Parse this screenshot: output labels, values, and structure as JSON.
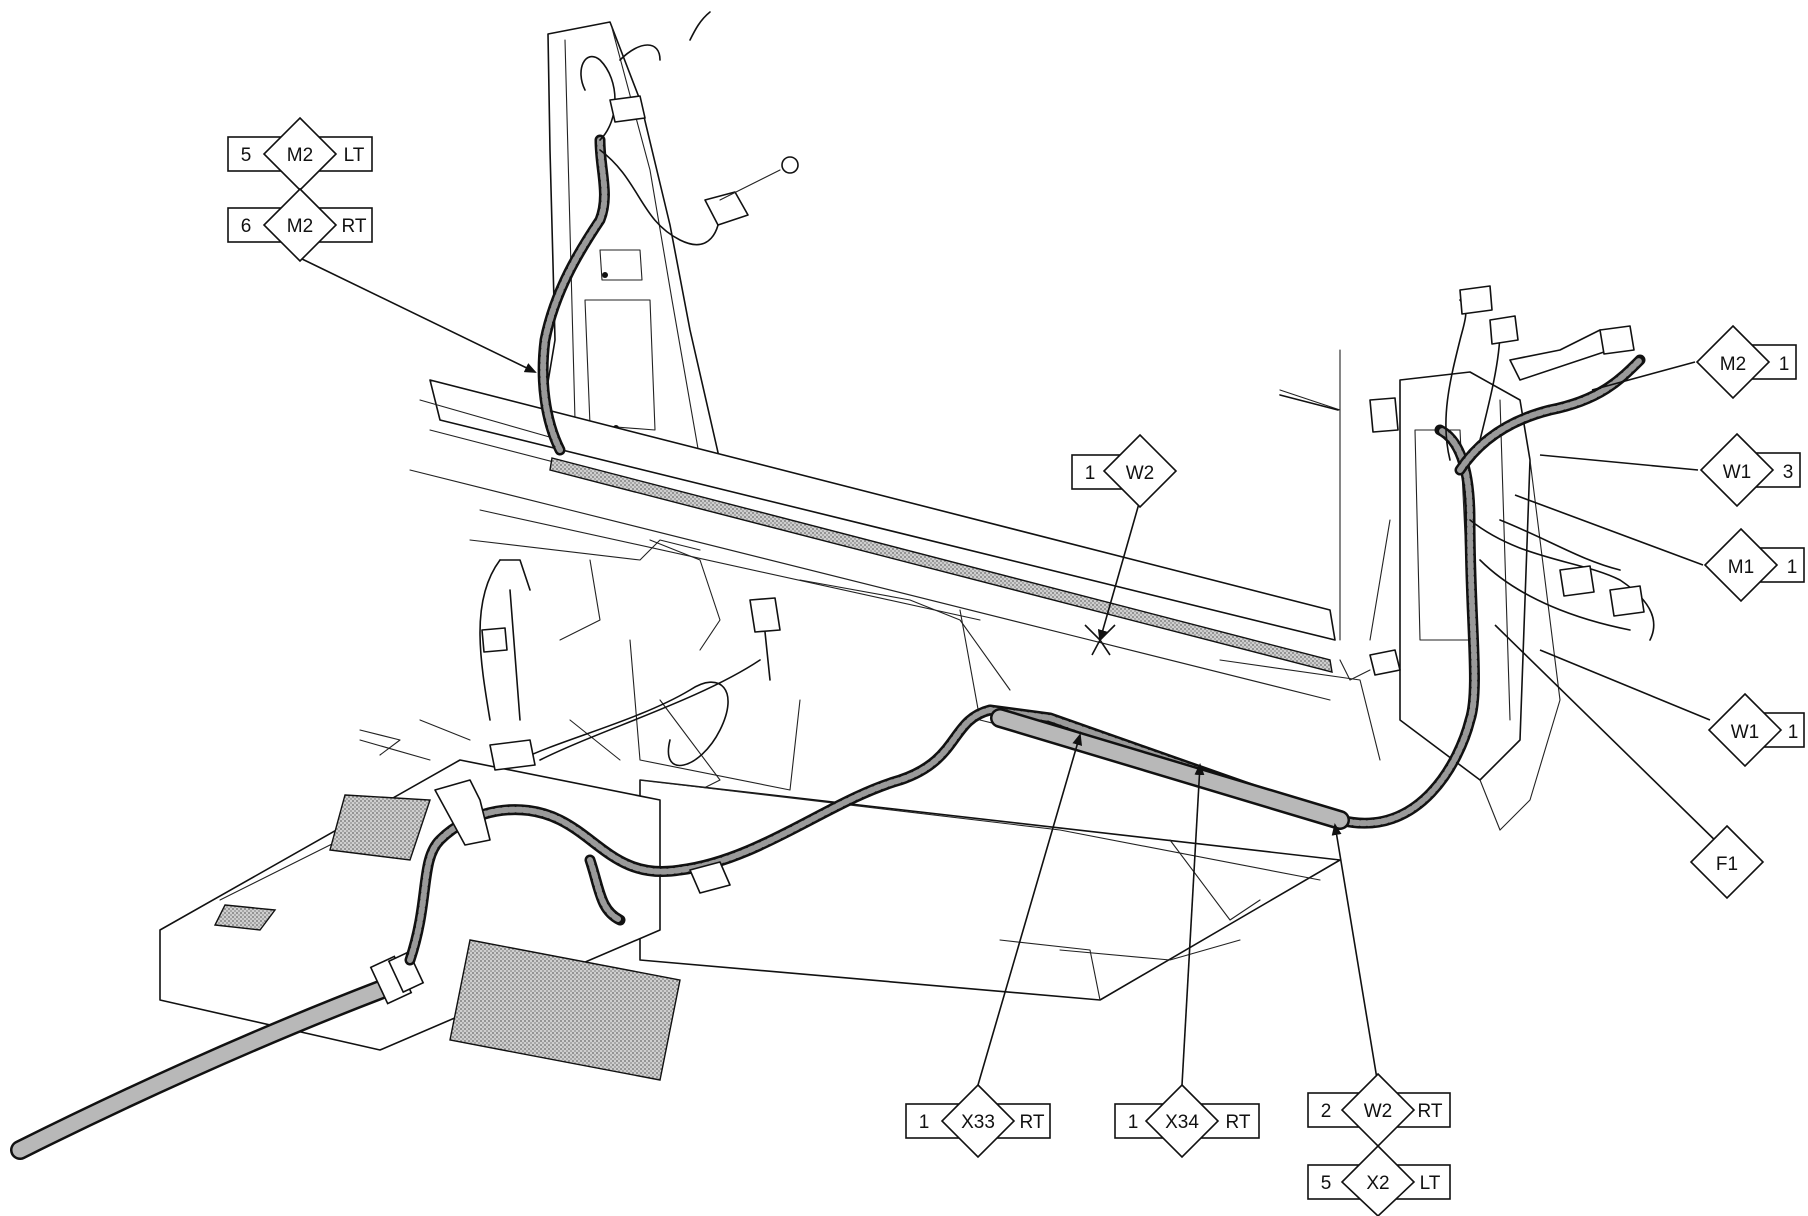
{
  "callouts": {
    "m2_lt": {
      "left": "5",
      "code": "M2",
      "right": "LT"
    },
    "m2_rt": {
      "left": "6",
      "code": "M2",
      "right": "RT"
    },
    "w2_top": {
      "left": "1",
      "code": "W2"
    },
    "m2_1": {
      "code": "M2",
      "right": "1"
    },
    "w1_3": {
      "code": "W1",
      "right": "3"
    },
    "m1_1": {
      "code": "M1",
      "right": "1"
    },
    "w1_1": {
      "code": "W1",
      "right": "1"
    },
    "f1": {
      "code": "F1"
    },
    "x33_rt": {
      "left": "1",
      "code": "X33",
      "right": "RT"
    },
    "x34_rt": {
      "left": "1",
      "code": "X34",
      "right": "RT"
    },
    "w2_rt": {
      "left": "2",
      "code": "W2",
      "right": "RT"
    },
    "x2_lt": {
      "left": "5",
      "code": "X2",
      "right": "LT"
    }
  },
  "colors": {
    "line": "#111111",
    "shading": "#9a9a9a",
    "background": "#ffffff"
  }
}
